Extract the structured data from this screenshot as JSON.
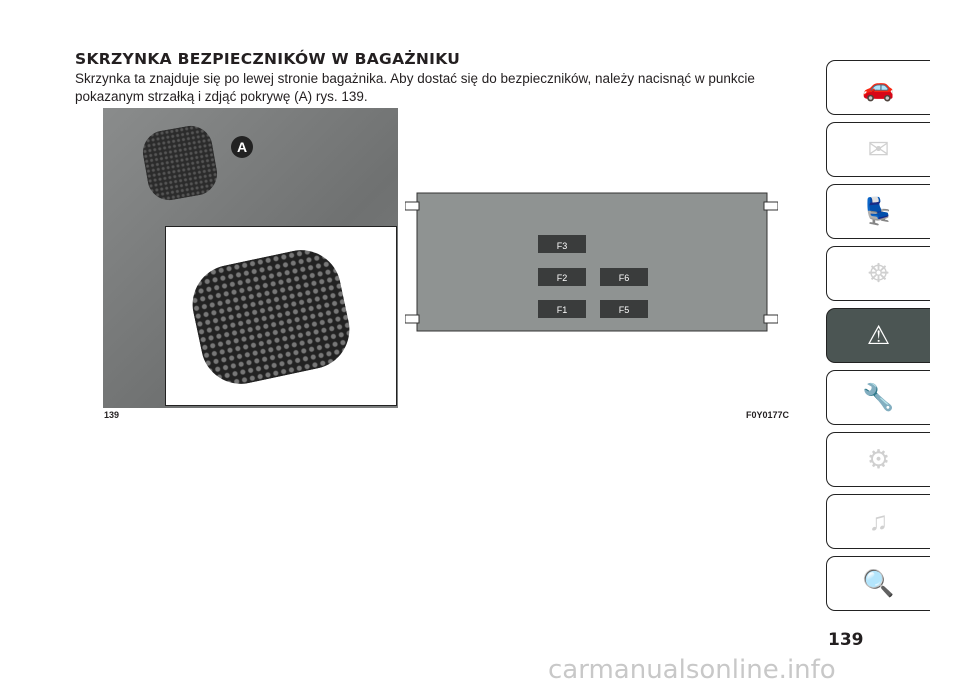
{
  "section_title": "SKRZYNKA BEZPIECZNIKÓW W BAGAŻNIKU",
  "body_text": "Skrzynka ta znajduje się po lewej stronie bagażnika. Aby dostać się do bezpieczników, należy nacisnąć w punkcie pokazanym strzałką i zdjąć pokrywę (A) rys. 139.",
  "figure": {
    "callout": "A",
    "number": "139",
    "code": "F0Y0177C",
    "fuses": [
      "F3",
      "F2",
      "F6",
      "F1",
      "F5"
    ]
  },
  "tabs": [
    {
      "icon": "car-info-icon",
      "glyph": "🚗"
    },
    {
      "icon": "lights-message-icon",
      "glyph": "✉"
    },
    {
      "icon": "seat-airbag-icon",
      "glyph": "💺"
    },
    {
      "icon": "key-steering-icon",
      "glyph": "☸"
    },
    {
      "icon": "emergency-warning-icon",
      "glyph": "⚠",
      "active": true
    },
    {
      "icon": "car-maintenance-icon",
      "glyph": "🔧"
    },
    {
      "icon": "specs-gear-icon",
      "glyph": "⚙"
    },
    {
      "icon": "multimedia-icon",
      "glyph": "♫"
    },
    {
      "icon": "index-search-icon",
      "glyph": "🔍"
    }
  ],
  "page_number": "139",
  "watermark": "carmanualsonline.info",
  "colors": {
    "active_tab": "#4b5553"
  }
}
